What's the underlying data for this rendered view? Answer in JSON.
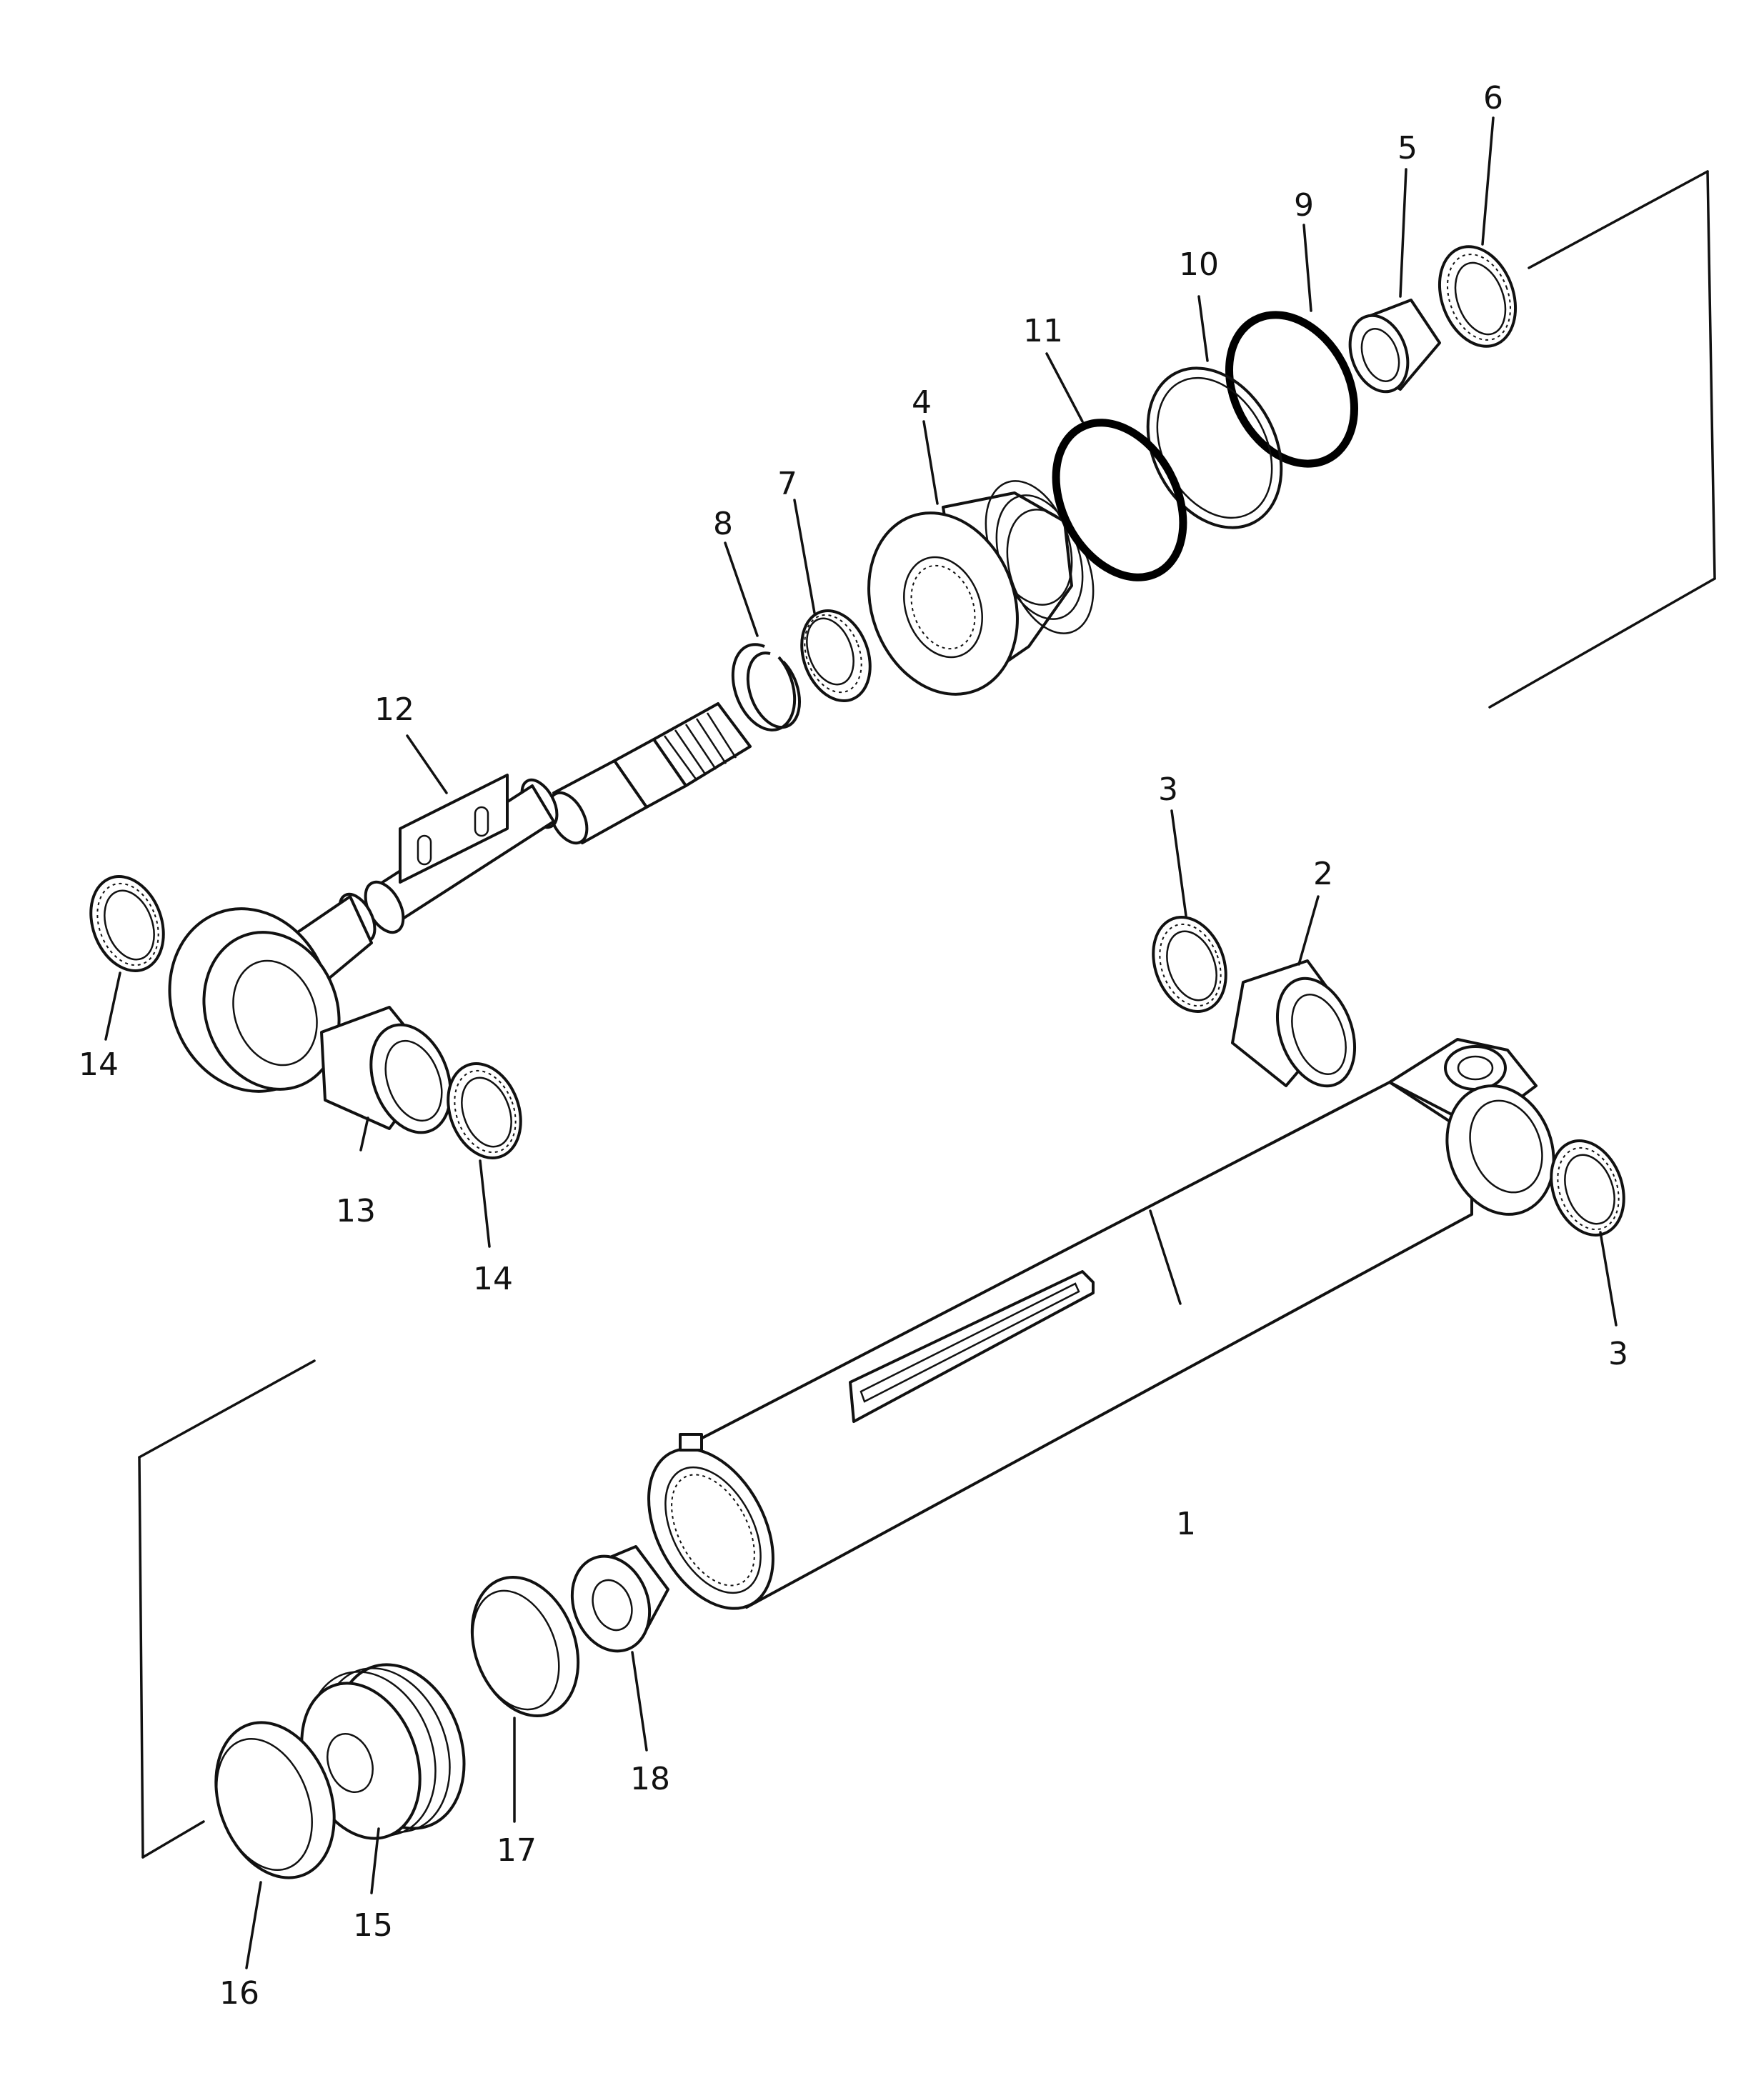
{
  "callouts": {
    "c1": "1",
    "c2": "2",
    "c3a": "3",
    "c3b": "3",
    "c4": "4",
    "c5": "5",
    "c6": "6",
    "c7": "7",
    "c8": "8",
    "c9": "9",
    "c10": "10",
    "c11": "11",
    "c12": "12",
    "c13": "13",
    "c14a": "14",
    "c14b": "14",
    "c15": "15",
    "c16": "16",
    "c17": "17",
    "c18": "18"
  }
}
